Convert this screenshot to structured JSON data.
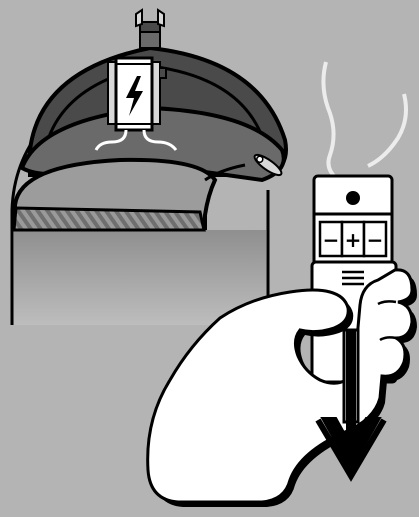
{
  "figure": {
    "type": "instructional-illustration",
    "colors": {
      "background": "#b4b4b4",
      "outline": "#000000",
      "helmet_dark": "#4a4a4a",
      "pad_gray": "#6a6a6a",
      "hand": "#ffffff"
    },
    "elements": [
      "helmet",
      "helmet-mount-clip",
      "battery-pack-on-helmet",
      "lightning-bolt-icon",
      "battery-module-in-hand",
      "plus-minus-terminals",
      "hand",
      "pull-down-arrow",
      "wisp-cables"
    ],
    "battery_terminals": {
      "left": "−",
      "center": "+",
      "right": "−"
    }
  }
}
